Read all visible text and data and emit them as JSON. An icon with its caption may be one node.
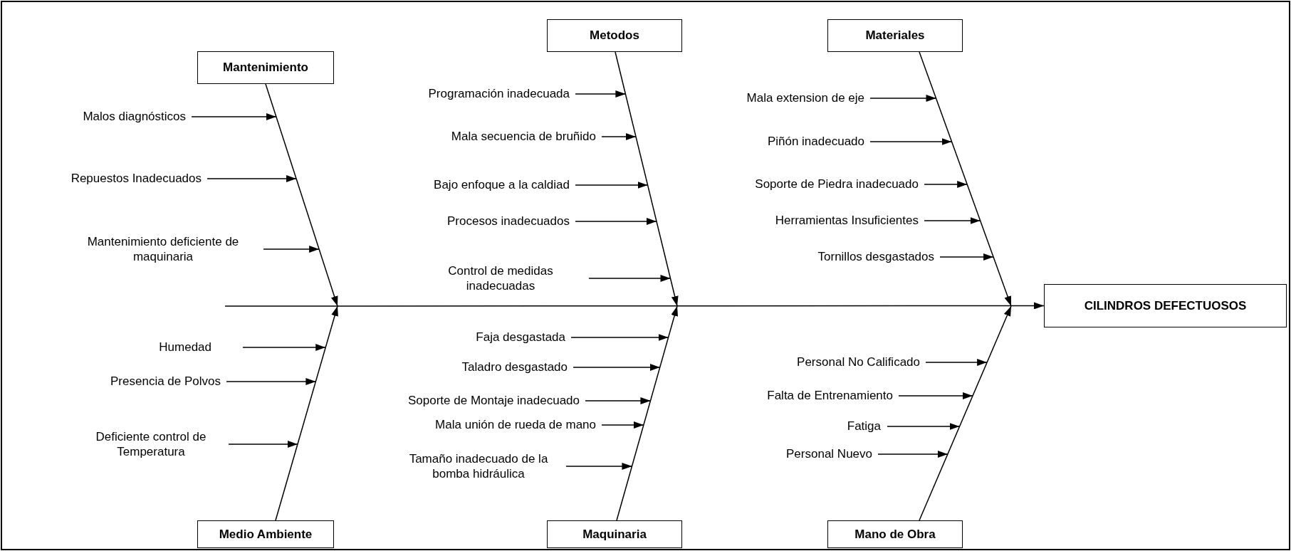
{
  "diagram": {
    "nodes": [
      {
        "text": [
          "Mantenimiento"
        ]
      },
      {
        "text": [
          "Malos diagnósticos"
        ]
      },
      {
        "text": [
          "Repuestos Inadecuados"
        ]
      },
      {
        "text": [
          "Mantenimiento deficiente de maquinaria"
        ]
      },
      {
        "text": [
          "Metodos"
        ]
      },
      {
        "text": [
          "Programación inadecuada"
        ]
      },
      {
        "text": [
          "Mala secuencia de bruñido"
        ]
      },
      {
        "text": [
          "Bajo enfoque a la caldiad"
        ]
      },
      {
        "text": [
          "Procesos inadecuados"
        ]
      },
      {
        "text": [
          "Control de medidas inadecuadas"
        ]
      },
      {
        "text": [
          "Materiales"
        ]
      },
      {
        "text": [
          "Mala extension de eje"
        ]
      },
      {
        "text": [
          "Piñón inadecuado"
        ]
      },
      {
        "text": [
          "Soporte de Piedra inadecuado"
        ]
      },
      {
        "text": [
          "Herramientas Insuficientes"
        ]
      },
      {
        "text": [
          "Tornillos desgastados"
        ]
      },
      {
        "text": [
          "CILINDROS DEFECTUOSOS"
        ]
      },
      {
        "text": [
          "Medio Ambiente"
        ]
      },
      {
        "text": [
          "Humedad"
        ]
      },
      {
        "text": [
          "Presencia de Polvos"
        ]
      },
      {
        "text": [
          "Deficiente control de Temperatura"
        ]
      },
      {
        "text": [
          "Maquinaria"
        ]
      },
      {
        "text": [
          "Faja desgastada"
        ]
      },
      {
        "text": [
          "Taladro desgastado"
        ]
      },
      {
        "text": [
          "Soporte de Montaje inadecuado"
        ]
      },
      {
        "text": [
          "Mala unión de rueda de mano"
        ]
      },
      {
        "text": [
          "Tamaño inadecuado de la bomba hidráulica"
        ]
      },
      {
        "text": [
          "Mano de Obra"
        ]
      },
      {
        "text": [
          "Personal No Calificado"
        ]
      },
      {
        "text": [
          "Falta de Entrenamiento"
        ]
      },
      {
        "text": [
          "Fatiga"
        ]
      },
      {
        "text": [
          "Personal Nuevo"
        ]
      }
    ],
    "edges": [
      {
        "from": 1,
        "to": null,
        "arrow": "to"
      },
      {
        "from": 2,
        "to": null,
        "arrow": "to"
      },
      {
        "from": 3,
        "to": null,
        "arrow": "to"
      },
      {
        "from": 5,
        "to": null,
        "arrow": "to"
      },
      {
        "from": 6,
        "to": null,
        "arrow": "to"
      },
      {
        "from": 7,
        "to": null,
        "arrow": "to"
      },
      {
        "from": 8,
        "to": null,
        "arrow": "to"
      },
      {
        "from": 9,
        "to": null,
        "arrow": "to"
      },
      {
        "from": 11,
        "to": null,
        "arrow": "to"
      },
      {
        "from": 12,
        "to": null,
        "arrow": "to"
      },
      {
        "from": 13,
        "to": null,
        "arrow": "to"
      },
      {
        "from": 14,
        "to": null,
        "arrow": "to"
      },
      {
        "from": 15,
        "to": null,
        "arrow": "to"
      },
      {
        "from": 18,
        "to": null,
        "arrow": "to"
      },
      {
        "from": 19,
        "to": null,
        "arrow": "to"
      },
      {
        "from": 20,
        "to": null,
        "arrow": "to"
      },
      {
        "from": 22,
        "to": null,
        "arrow": "to"
      },
      {
        "from": 23,
        "to": null,
        "arrow": "to"
      },
      {
        "from": 24,
        "to": null,
        "arrow": "to"
      },
      {
        "from": 25,
        "to": null,
        "arrow": "to"
      },
      {
        "from": 26,
        "to": null,
        "arrow": "to"
      },
      {
        "from": 28,
        "to": null,
        "arrow": "to"
      },
      {
        "from": 29,
        "to": null,
        "arrow": "to"
      },
      {
        "from": 30,
        "to": null,
        "arrow": "to"
      },
      {
        "from": 31,
        "to": null,
        "arrow": "to"
      },
      {
        "from": 0,
        "to": null,
        "arrow": "to"
      },
      {
        "from": 4,
        "to": null,
        "arrow": "to"
      },
      {
        "from": 10,
        "to": null,
        "arrow": "to"
      },
      {
        "from": 17,
        "to": null,
        "arrow": "to"
      },
      {
        "from": 21,
        "to": null,
        "arrow": "to"
      },
      {
        "from": 27,
        "to": null,
        "arrow": "to"
      },
      {
        "from": null,
        "to": 16,
        "arrow": "to"
      }
    ]
  }
}
